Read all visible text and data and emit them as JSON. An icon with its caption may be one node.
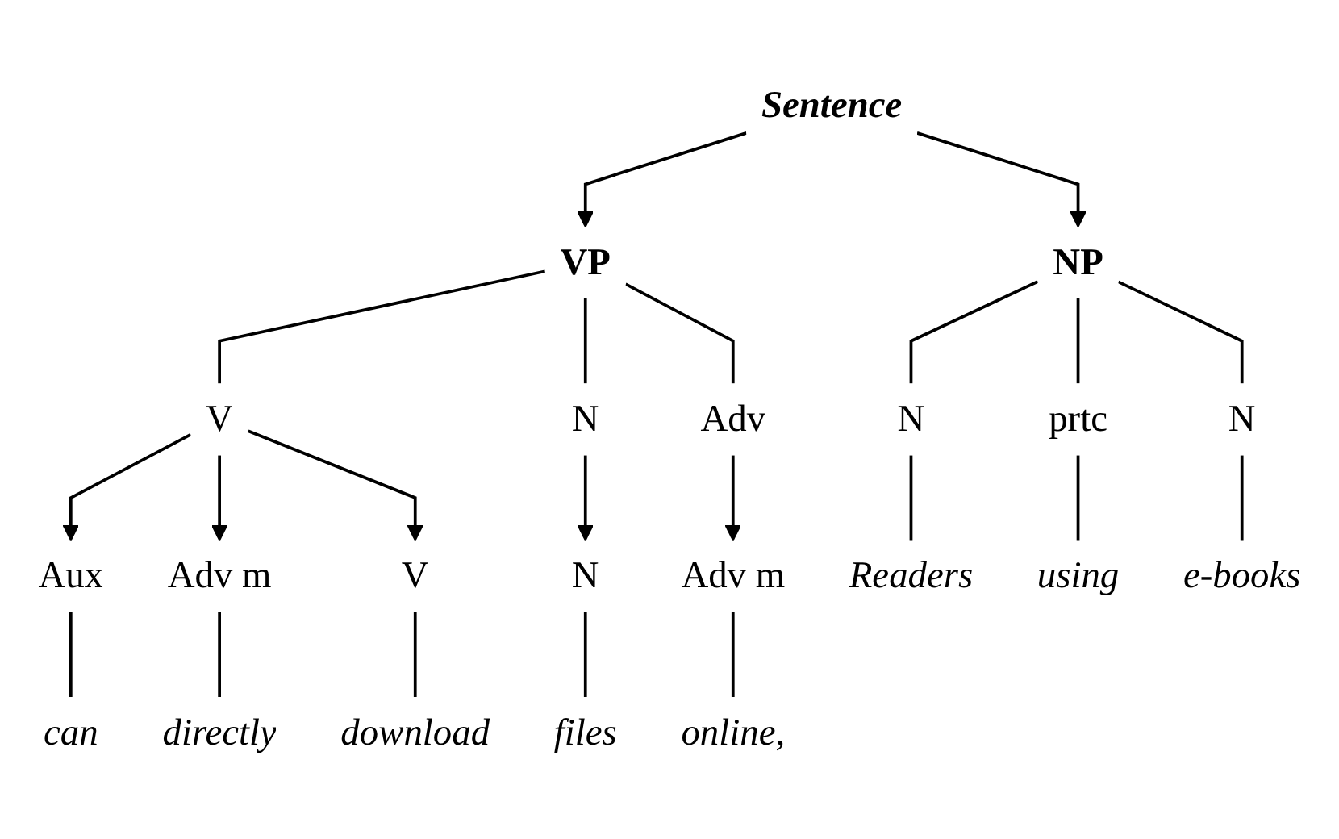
{
  "diagram": {
    "nodes": [
      {
        "text": [
          "Sentence"
        ]
      },
      {
        "text": [
          "NP"
        ]
      },
      {
        "text": [
          "VP"
        ]
      },
      {
        "text": [
          "N"
        ]
      },
      {
        "text": [
          "prtc"
        ]
      },
      {
        "text": [
          "N"
        ]
      },
      {
        "text": [
          "V"
        ]
      },
      {
        "text": [
          "N"
        ]
      },
      {
        "text": [
          "Adv"
        ]
      },
      {
        "text": [
          "Aux"
        ]
      },
      {
        "text": [
          "Adv m"
        ]
      },
      {
        "text": [
          "V"
        ]
      },
      {
        "text": [
          "N"
        ]
      },
      {
        "text": [
          "Adv m"
        ]
      },
      {
        "text": [
          "Readers"
        ]
      },
      {
        "text": [
          "using"
        ]
      },
      {
        "text": [
          "e-books"
        ]
      },
      {
        "text": [
          "can"
        ]
      },
      {
        "text": [
          "directly"
        ]
      },
      {
        "text": [
          "download"
        ]
      },
      {
        "text": [
          "files"
        ]
      },
      {
        "text": [
          "online,"
        ]
      }
    ],
    "edges": [
      {
        "from": 0,
        "to": 1,
        "arrow": "to"
      },
      {
        "from": 0,
        "to": 2,
        "arrow": "to"
      },
      {
        "from": 1,
        "to": 3,
        "arrow": "none"
      },
      {
        "from": 1,
        "to": 4,
        "arrow": "none"
      },
      {
        "from": 1,
        "to": 5,
        "arrow": "none"
      },
      {
        "from": 2,
        "to": 6,
        "arrow": "none"
      },
      {
        "from": 2,
        "to": 7,
        "arrow": "none"
      },
      {
        "from": 2,
        "to": 8,
        "arrow": "none"
      },
      {
        "from": 6,
        "to": 9,
        "arrow": "to"
      },
      {
        "from": 6,
        "to": 10,
        "arrow": "to"
      },
      {
        "from": 6,
        "to": 11,
        "arrow": "to"
      },
      {
        "from": 7,
        "to": 12,
        "arrow": "to"
      },
      {
        "from": 8,
        "to": 13,
        "arrow": "to"
      },
      {
        "from": 3,
        "to": 14,
        "arrow": "none"
      },
      {
        "from": 4,
        "to": 15,
        "arrow": "none"
      },
      {
        "from": 5,
        "to": 16,
        "arrow": "none"
      },
      {
        "from": 9,
        "to": 17,
        "arrow": "none"
      },
      {
        "from": 10,
        "to": 18,
        "arrow": "none"
      },
      {
        "from": 11,
        "to": 19,
        "arrow": "none"
      },
      {
        "from": 12,
        "to": 20,
        "arrow": "none"
      },
      {
        "from": 13,
        "to": 21,
        "arrow": "none"
      }
    ]
  }
}
